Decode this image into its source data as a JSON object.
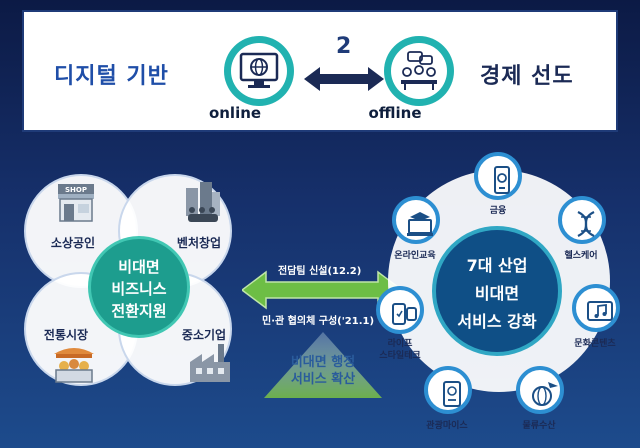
{
  "banner": {
    "left_text": "디지털 기반",
    "right_text": "경제 선도",
    "step_number": "2",
    "online_label": "online",
    "offline_label": "offline"
  },
  "venn": {
    "top_left": "소상공인",
    "top_right": "벤처창업",
    "bottom_left": "전통시장",
    "bottom_right": "중소기업",
    "center_line1": "비대면",
    "center_line2": "비즈니스",
    "center_line3": "전환지원",
    "shop_sign": "SHOP"
  },
  "middle": {
    "caption_top": "전담팀 신설(12.2)",
    "caption_bottom": "민·관 협의체 구성('21.1)",
    "triangle_line1": "비대면 행정",
    "triangle_line2": "서비스 확산"
  },
  "hub": {
    "line1": "7대 산업",
    "line2": "비대면",
    "line3": "서비스 강화",
    "nodes": {
      "finance": "금융",
      "online_edu": "온라인교육",
      "healthcare": "헬스케어",
      "lifestyle_line1": "라이프",
      "lifestyle_line2": "스타일테크",
      "culture": "문화콘텐츠",
      "tourism": "관광마이스",
      "logistics": "물류수산"
    }
  },
  "colors": {
    "teal": "#21b2b0",
    "navy": "#1f3b78",
    "hub_blue": "#0f4f86",
    "venn_center": "#1d9d8e",
    "arrow_green": "#6dbe45"
  }
}
